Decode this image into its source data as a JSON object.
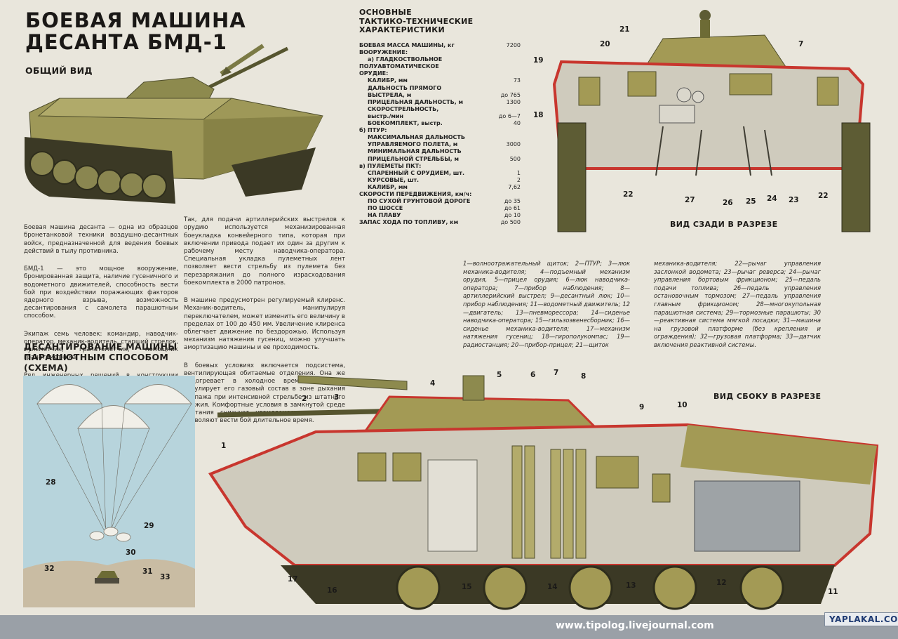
{
  "title_line1": "БОЕВАЯ МАШИНА",
  "title_line2": "ДЕСАНТА БМД-1",
  "general_view": "ОБЩИЙ ВИД",
  "intro_left": [
    "Боевая машина десанта — одна из образцов бронетанковой техники воздушно-десантных войск, предназначенной для ведения боевых действий в тылу противника.",
    "БМД-1 — это мощное вооружение, бронированная защита, наличие гусеничного и водометного движителей, способность вести бой при воздействии поражающих факторов ядерного взрыва, возможность десантирования с самолета парашютным способом.",
    "Экипаж семь человек: командир, наводчик-оператор, механик-водитель, старший стрелок, пулеметчик, гранатометчик, помощник гранатометчика.",
    "Ряд инженерных решений в конструкции машины обеспечивает личному составу выполнение поставленных задач в различных условиях."
  ],
  "intro_right": [
    "Так, для подачи артиллерийских выстрелов к орудию используется механизированная боеукладка конвейерного типа, которая при включении привода подает их один за другим к рабочему месту наводчика-оператора. Специальная укладка пулеметных лент позволяет вести стрельбу из пулемета без перезаряжания до полного израсходования боекомплекта в 2000 патронов.",
    "В машине предусмотрен регулируемый клиренс. Механик-водитель, манипулируя переключателем, может изменить его величину в пределах от 100 до 450 мм. Увеличение клиренса облегчает движение по бездорожью. Используя механизм натяжения гусениц, можно улучшать амортизацию машины и ее проходимость.",
    "В боевых условиях включается подсистема, вентилирующая обитаемые отделения. Она же подогревает в холодное время воздух и регулирует его газовый состав в зоне дыхания экипажа при интенсивной стрельбе из штатного оружия. Комфортные условия в замкнутой среде обитания снижают утомляемость экипажа и позволяют вести бой длительное время."
  ],
  "para_title_l1": "ДЕСАНТИРОВАНИЕ МАШИНЫ",
  "para_title_l2": "ПАРАШЮТНЫМ СПОСОБОМ",
  "para_title_l3": "(СХЕМА)",
  "specs_title_l1": "ОСНОВНЫЕ",
  "specs_title_l2": "ТАКТИКО-ТЕХНИЧЕСКИЕ",
  "specs_title_l3": "ХАРАКТЕРИСТИКИ",
  "specs": [
    {
      "label": "БОЕВАЯ МАССА МАШИНЫ, кг",
      "value": "7200",
      "indent": 0
    },
    {
      "label": "ВООРУЖЕНИЕ:",
      "value": "",
      "indent": 0
    },
    {
      "label": "а) ГЛАДКОСТВОЛЬНОЕ",
      "value": "",
      "indent": 1
    },
    {
      "label": "ПОЛУАВТОМАТИЧЕСКОЕ",
      "value": "",
      "indent": 0
    },
    {
      "label": "ОРУДИЕ:",
      "value": "",
      "indent": 0
    },
    {
      "label": "КАЛИБР, мм",
      "value": "73",
      "indent": 1
    },
    {
      "label": "ДАЛЬНОСТЬ ПРЯМОГО",
      "value": "",
      "indent": 1
    },
    {
      "label": "ВЫСТРЕЛА, м",
      "value": "до 765",
      "indent": 1
    },
    {
      "label": "ПРИЦЕЛЬНАЯ ДАЛЬНОСТЬ, м",
      "value": "1300",
      "indent": 1
    },
    {
      "label": "СКОРОСТРЕЛЬНОСТЬ,",
      "value": "",
      "indent": 1
    },
    {
      "label": "выстр./мин",
      "value": "до 6—7",
      "indent": 1
    },
    {
      "label": "БОЕКОМПЛЕКТ, выстр.",
      "value": "40",
      "indent": 1
    },
    {
      "label": "б) ПТУР:",
      "value": "",
      "indent": 0
    },
    {
      "label": "МАКСИМАЛЬНАЯ ДАЛЬНОСТЬ",
      "value": "",
      "indent": 1
    },
    {
      "label": "УПРАВЛЯЕМОГО ПОЛЕТА, м",
      "value": "3000",
      "indent": 1
    },
    {
      "label": "МИНИМАЛЬНАЯ ДАЛЬНОСТЬ",
      "value": "",
      "indent": 1
    },
    {
      "label": "ПРИЦЕЛЬНОЙ СТРЕЛЬБЫ, м",
      "value": "500",
      "indent": 1
    },
    {
      "label": "в) ПУЛЕМЕТЫ ПКТ:",
      "value": "",
      "indent": 0
    },
    {
      "label": "СПАРЕННЫЙ С ОРУДИЕМ, шт.",
      "value": "1",
      "indent": 1
    },
    {
      "label": "КУРСОВЫЕ, шт.",
      "value": "2",
      "indent": 1
    },
    {
      "label": "КАЛИБР, мм",
      "value": "7,62",
      "indent": 1
    },
    {
      "label": "СКОРОСТИ ПЕРЕДВИЖЕНИЯ, км/ч:",
      "value": "",
      "indent": 0
    },
    {
      "label": "ПО СУХОЙ ГРУНТОВОЙ ДОРОГЕ",
      "value": "до 35",
      "indent": 1
    },
    {
      "label": "ПО ШОССЕ",
      "value": "до 61",
      "indent": 1
    },
    {
      "label": "НА ПЛАВУ",
      "value": "до 10",
      "indent": 1
    },
    {
      "label": "ЗАПАС ХОДА ПО ТОПЛИВУ, км",
      "value": "до 500",
      "indent": 0
    }
  ],
  "legend_left": "1—волноотражательный щиток; 2—ПТУР; 3—люк механика-водителя; 4—подъемный механизм орудия, 5—прицел орудия; 6—люк наводчика-оператора; 7—прибор наблюдения; 8—артиллерийский выстрел; 9—десантный люк; 10—прибор наблюдения; 11—водометный движитель; 12—двигатель; 13—пневморессора; 14—сиденье наводчика-оператора; 15—гильзоэвенесборник; 16—сиденье механика-водителя; 17—механизм натяжения гусениц; 18—гирополукомпас; 19—радиостанция; 20—прибор-прицел; 21—щиток",
  "legend_right": "механика-водителя; 22—рычаг управления заслонкой водомета; 23—рычаг реверса; 24—рычаг управления бортовым фрикционом; 25—педаль подачи топлива; 26—педаль управления остановочным тормозом; 27—педаль управления главным фрикционом; 28—многокупольная парашютная система; 29—тормозные парашюты; 30—реактивная система мягкой посадки; 31—машина на грузовой платформе (без крепления и ограждения); 32—грузовая платформа; 33—датчик включения реактивной системы.",
  "rear_view_label": "ВИД СЗАДИ В РАЗРЕЗЕ",
  "side_view_label": "ВИД СБОКУ В РАЗРЕЗЕ",
  "rear_numbers": [
    "21",
    "20",
    "19",
    "18",
    "7",
    "22",
    "27",
    "26",
    "25",
    "24",
    "23",
    "22"
  ],
  "side_numbers": [
    "1",
    "2",
    "3",
    "4",
    "5",
    "6",
    "7",
    "8",
    "9",
    "10",
    "11",
    "12",
    "13",
    "14",
    "15",
    "16",
    "17"
  ],
  "para_numbers": [
    "28",
    "29",
    "30",
    "31",
    "32",
    "33"
  ],
  "footer_url": "www.tipolog.livejournal.com",
  "footer_brand": "YAPLAKAL.COM",
  "colors": {
    "hull": "#a39a55",
    "hull_dark": "#6d6b35",
    "cut": "#c8362e",
    "interior": "#cfcbbd",
    "sky": "#b7d4dc",
    "ground": "#c9bca3"
  }
}
